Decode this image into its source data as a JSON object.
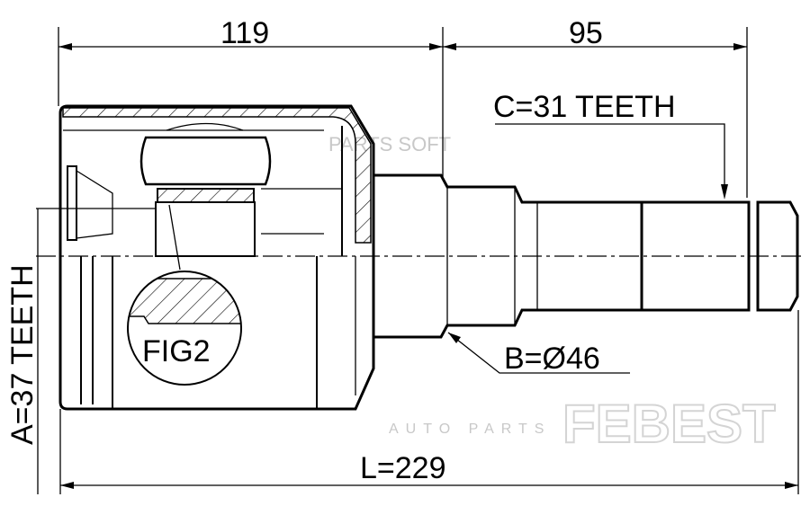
{
  "dimensions": {
    "housing_length": "119",
    "shaft_length": "95",
    "total_length": "L=229",
    "outer_teeth": "A=37 TEETH",
    "inner_teeth": "C=31 TEETH",
    "seal_diameter": "B=Ø46"
  },
  "detail_label": "FIG2",
  "watermark": {
    "brand": "FEBEST",
    "tagline": "AUTO PARTS",
    "overlay": "PARTS SOFT"
  }
}
